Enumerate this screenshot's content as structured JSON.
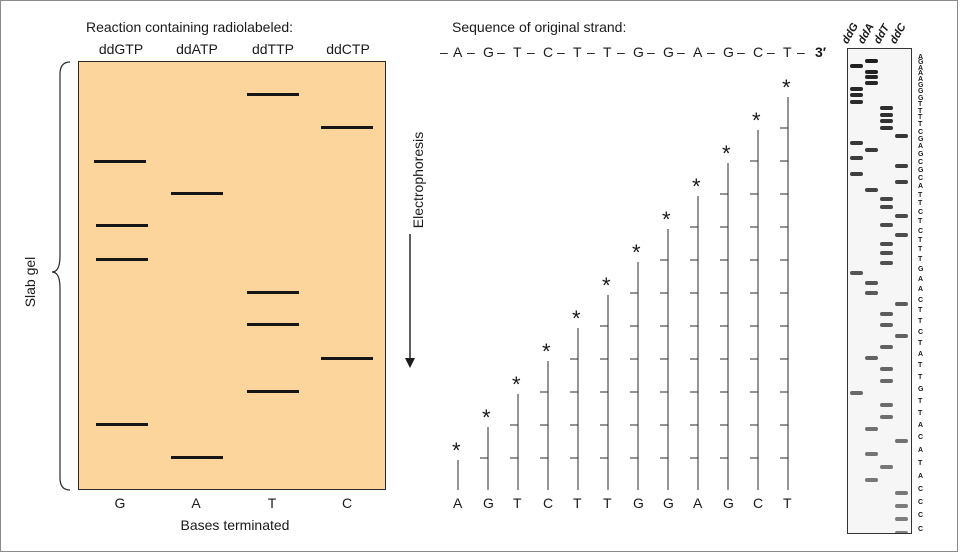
{
  "gel_panel": {
    "reaction_title": "Reaction containing radiolabeled:",
    "lanes": [
      {
        "label": "ddGTP",
        "base": "G"
      },
      {
        "label": "ddATP",
        "base": "A"
      },
      {
        "label": "ddTTP",
        "base": "T"
      },
      {
        "label": "ddCTP",
        "base": "C"
      }
    ],
    "side_label": "Slab gel",
    "electrophoresis_label": "Electrophoresis",
    "bottom_label": "Bases terminated",
    "fragment_order_top_to_bottom": [
      "T",
      "C",
      "G",
      "A",
      "G",
      "G",
      "T",
      "T",
      "C",
      "T",
      "G",
      "A"
    ]
  },
  "sequence_panel": {
    "title": "Sequence of original strand:",
    "strand_prefix": "–",
    "strand": [
      "A",
      "G",
      "T",
      "C",
      "T",
      "T",
      "G",
      "G",
      "A",
      "G",
      "C",
      "T"
    ],
    "strand_end": "3′",
    "terminator_marker": "*",
    "bases_bottom": [
      "A",
      "G",
      "T",
      "C",
      "T",
      "T",
      "G",
      "G",
      "A",
      "G",
      "C",
      "T"
    ]
  },
  "autoradiograph": {
    "lane_labels": [
      "ddG",
      "ddA",
      "ddT",
      "ddC"
    ],
    "read_sequence": "AGAAAGGGTTTTCGAGCGCATTCTCTTTGAACTTCTATTGTTACATACCCC",
    "band_color": "#1e1e1e"
  },
  "colors": {
    "gel_fill": "#fbd59c",
    "band": "#161616",
    "line": "#2a2a2a"
  }
}
